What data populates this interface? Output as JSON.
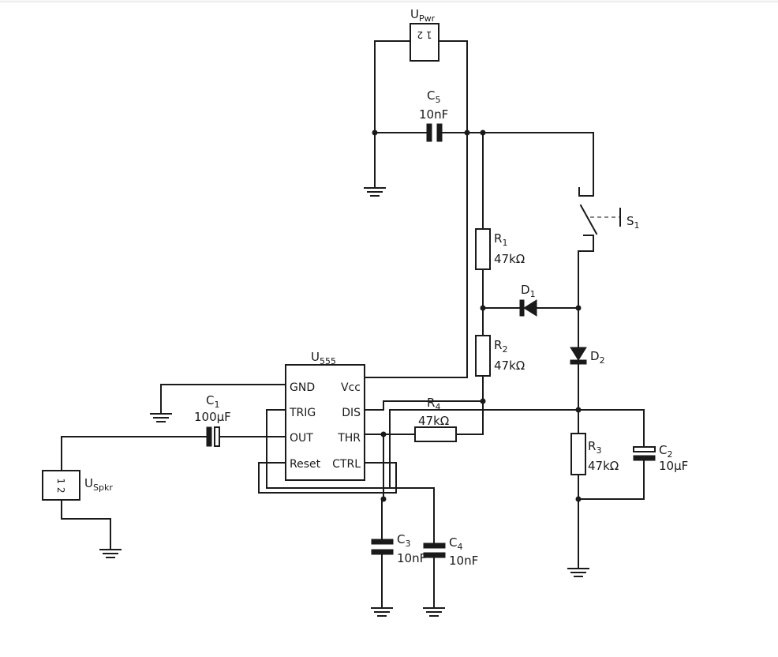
{
  "ic": {
    "ref": "U",
    "ref_sub": "555",
    "pins": {
      "gnd": "GND",
      "vcc": "Vcc",
      "trig": "TRIG",
      "dis": "DIS",
      "out": "OUT",
      "thr": "THR",
      "reset": "Reset",
      "ctrl": "CTRL"
    }
  },
  "power_connector": {
    "ref": "U",
    "ref_sub": "Pwr",
    "pins": "1 2"
  },
  "speaker_connector": {
    "ref": "U",
    "ref_sub": "Spkr",
    "pins": "1 2"
  },
  "components": {
    "c5": {
      "ref": "C",
      "sub": "5",
      "value": "10nF"
    },
    "c1": {
      "ref": "C",
      "sub": "1",
      "value": "100µF"
    },
    "c2": {
      "ref": "C",
      "sub": "2",
      "value": "10µF"
    },
    "c3": {
      "ref": "C",
      "sub": "3",
      "value": "10nF"
    },
    "c4": {
      "ref": "C",
      "sub": "4",
      "value": "10nF"
    },
    "r1": {
      "ref": "R",
      "sub": "1",
      "value": "47kΩ"
    },
    "r2": {
      "ref": "R",
      "sub": "2",
      "value": "47kΩ"
    },
    "r3": {
      "ref": "R",
      "sub": "3",
      "value": "47kΩ"
    },
    "r4": {
      "ref": "R",
      "sub": "4",
      "value": "47kΩ"
    },
    "d1": {
      "ref": "D",
      "sub": "1"
    },
    "d2": {
      "ref": "D",
      "sub": "2"
    },
    "s1": {
      "ref": "S",
      "sub": "1"
    }
  },
  "colors": {
    "wire": "#1a1a1a",
    "background": "#ffffff"
  }
}
